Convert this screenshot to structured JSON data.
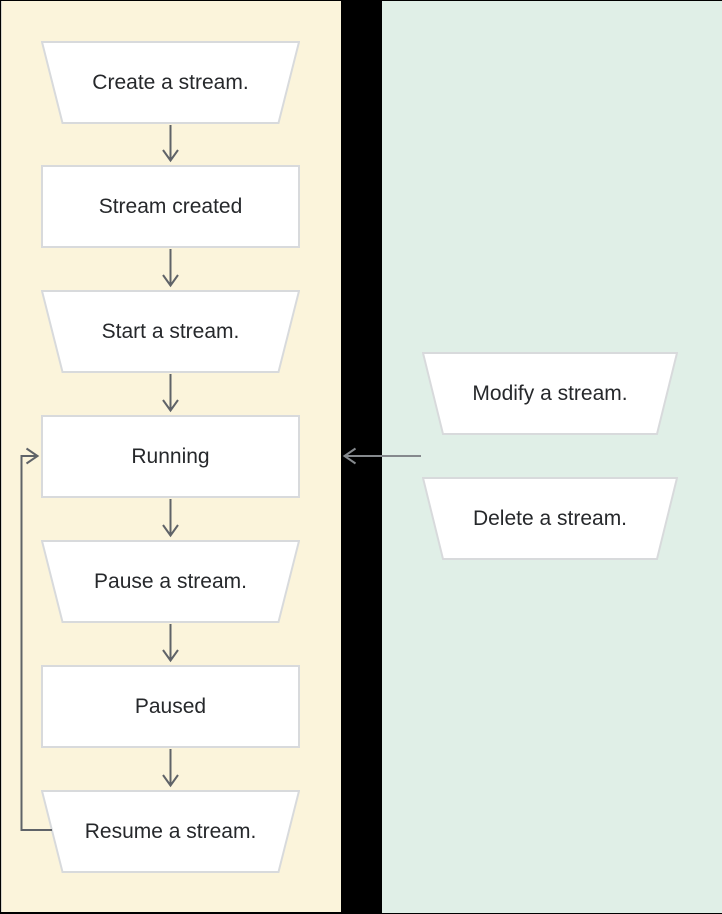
{
  "left_panel": {
    "background": "#FBF4DB",
    "nodes": [
      {
        "id": "create-stream",
        "label": "Create a stream.",
        "shape": "trapezoid",
        "kind": "action"
      },
      {
        "id": "stream-created",
        "label": "Stream created",
        "shape": "rectangle",
        "kind": "state"
      },
      {
        "id": "start-stream",
        "label": "Start a stream.",
        "shape": "trapezoid",
        "kind": "action"
      },
      {
        "id": "running",
        "label": "Running",
        "shape": "rectangle",
        "kind": "state"
      },
      {
        "id": "pause-stream",
        "label": "Pause a stream.",
        "shape": "trapezoid",
        "kind": "action"
      },
      {
        "id": "paused",
        "label": "Paused",
        "shape": "rectangle",
        "kind": "state"
      },
      {
        "id": "resume-stream",
        "label": "Resume a stream.",
        "shape": "trapezoid",
        "kind": "action"
      }
    ]
  },
  "right_panel": {
    "background": "#E0EFE7",
    "nodes": [
      {
        "id": "modify-stream",
        "label": "Modify a stream.",
        "shape": "trapezoid",
        "kind": "action"
      },
      {
        "id": "delete-stream",
        "label": "Delete a stream.",
        "shape": "trapezoid",
        "kind": "action"
      }
    ]
  },
  "connectors": [
    {
      "from": "create-stream",
      "to": "stream-created",
      "direction": "down"
    },
    {
      "from": "stream-created",
      "to": "start-stream",
      "direction": "down"
    },
    {
      "from": "start-stream",
      "to": "running",
      "direction": "down"
    },
    {
      "from": "running",
      "to": "pause-stream",
      "direction": "down"
    },
    {
      "from": "pause-stream",
      "to": "paused",
      "direction": "down"
    },
    {
      "from": "paused",
      "to": "resume-stream",
      "direction": "down"
    },
    {
      "from": "resume-stream",
      "to": "running",
      "direction": "loop-left"
    },
    {
      "from": "right-panel-actions",
      "to": "running",
      "direction": "left"
    }
  ],
  "colors": {
    "node_fill": "#FFFFFF",
    "node_border": "#D8DADC",
    "text": "#26282B",
    "flow_arrow": "#5F6368",
    "cross_panel_arrow": "#85898D",
    "gap_background": "#000000"
  }
}
